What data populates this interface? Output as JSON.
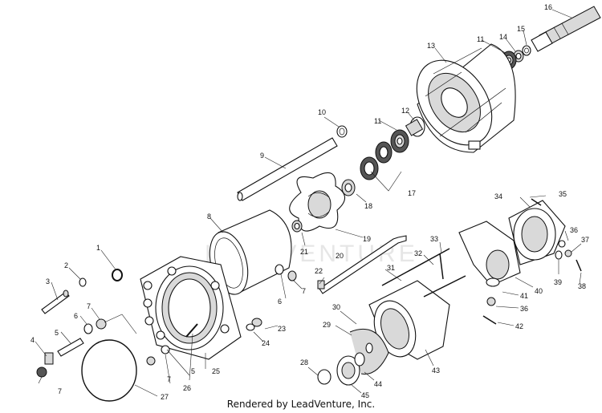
{
  "watermark": "LEADVENTURE",
  "footer": "Rendered by LeadVenture, Inc.",
  "callouts": [
    {
      "id": "c1",
      "text": "1"
    },
    {
      "id": "c2",
      "text": "2"
    },
    {
      "id": "c3",
      "text": "3"
    },
    {
      "id": "c4",
      "text": "4"
    },
    {
      "id": "c5a",
      "text": "5"
    },
    {
      "id": "c5b",
      "text": "5"
    },
    {
      "id": "c6a",
      "text": "6"
    },
    {
      "id": "c6b",
      "text": "6"
    },
    {
      "id": "c7a",
      "text": "7"
    },
    {
      "id": "c7b",
      "text": "7"
    },
    {
      "id": "c7c",
      "text": "7"
    },
    {
      "id": "c7d",
      "text": "7"
    },
    {
      "id": "c8",
      "text": "8"
    },
    {
      "id": "c9",
      "text": "9"
    },
    {
      "id": "c10",
      "text": "10"
    },
    {
      "id": "c11a",
      "text": "11"
    },
    {
      "id": "c11b",
      "text": "11"
    },
    {
      "id": "c12",
      "text": "12"
    },
    {
      "id": "c13",
      "text": "13"
    },
    {
      "id": "c14",
      "text": "14"
    },
    {
      "id": "c15",
      "text": "15"
    },
    {
      "id": "c16",
      "text": "16"
    },
    {
      "id": "c17",
      "text": "17"
    },
    {
      "id": "c18",
      "text": "18"
    },
    {
      "id": "c19",
      "text": "19"
    },
    {
      "id": "c20",
      "text": "20"
    },
    {
      "id": "c21",
      "text": "21"
    },
    {
      "id": "c22",
      "text": "22"
    },
    {
      "id": "c23",
      "text": "23"
    },
    {
      "id": "c24",
      "text": "24"
    },
    {
      "id": "c25",
      "text": "25"
    },
    {
      "id": "c26",
      "text": "26"
    },
    {
      "id": "c27",
      "text": "27"
    },
    {
      "id": "c28",
      "text": "28"
    },
    {
      "id": "c29",
      "text": "29"
    },
    {
      "id": "c30",
      "text": "30"
    },
    {
      "id": "c31",
      "text": "31"
    },
    {
      "id": "c32",
      "text": "32"
    },
    {
      "id": "c33",
      "text": "33"
    },
    {
      "id": "c34",
      "text": "34"
    },
    {
      "id": "c35",
      "text": "35"
    },
    {
      "id": "c36a",
      "text": "36"
    },
    {
      "id": "c36b",
      "text": "36"
    },
    {
      "id": "c37",
      "text": "37"
    },
    {
      "id": "c38",
      "text": "38"
    },
    {
      "id": "c39",
      "text": "39"
    },
    {
      "id": "c40",
      "text": "40"
    },
    {
      "id": "c41",
      "text": "41"
    },
    {
      "id": "c42",
      "text": "42"
    },
    {
      "id": "c43",
      "text": "43"
    },
    {
      "id": "c44",
      "text": "44"
    },
    {
      "id": "c45",
      "text": "45"
    }
  ]
}
